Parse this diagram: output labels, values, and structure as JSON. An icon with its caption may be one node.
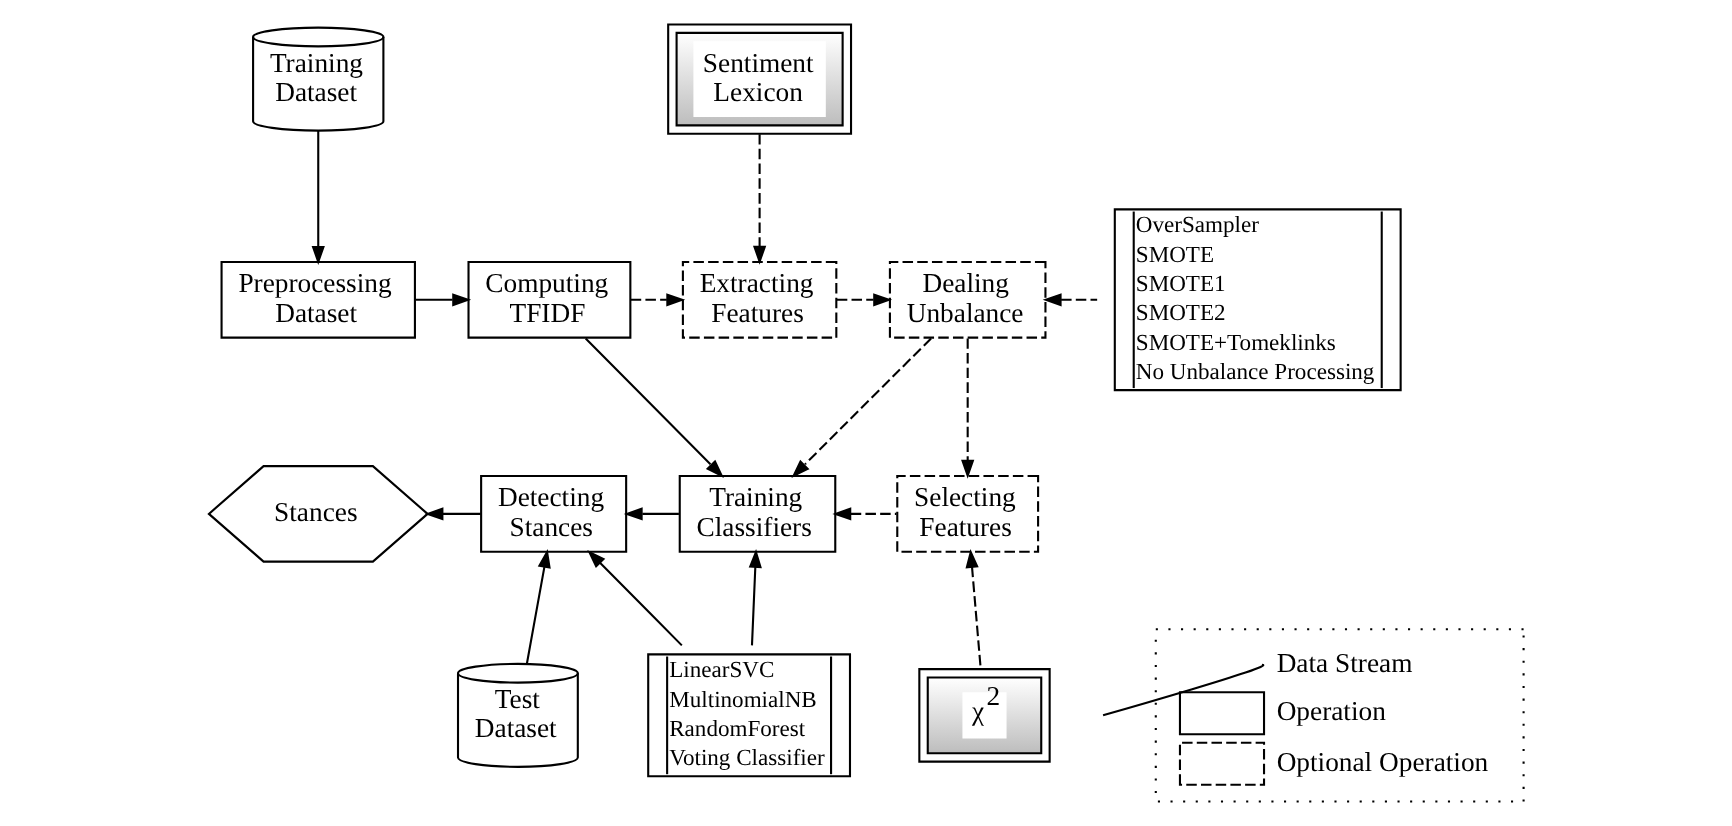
{
  "diagram": {
    "nodes": [
      {
        "text": [
          "Training Dataset"
        ]
      },
      {
        "text": [
          "Preprocessing Dataset"
        ]
      },
      {
        "text": [
          "Computing TFIDF"
        ]
      },
      {
        "text": [
          "Sentiment Lexicon"
        ]
      },
      {
        "text": [
          "Extracting Features"
        ]
      },
      {
        "text": [
          "Dealing Unbalance"
        ]
      },
      {
        "text": [
          "OverSampler",
          "SMOTE",
          "SMOTE1",
          "SMOTE2",
          "SMOTE+Tomeklinks",
          "No Unbalance Processing"
        ]
      },
      {
        "text": [
          "Stances"
        ]
      },
      {
        "text": [
          "Detecting Stances"
        ]
      },
      {
        "text": [
          "Training Classifiers"
        ]
      },
      {
        "text": [
          "Selecting Features"
        ]
      },
      {
        "text": [
          "Test Dataset"
        ]
      },
      {
        "text": [
          "LinearSVC",
          "MultinomialNB",
          "RandomForest",
          "Voting Classifier"
        ]
      },
      {
        "text": [
          "χ$^{2}$"
        ]
      }
    ],
    "edges": [
      {
        "from": 0,
        "to": 1,
        "arrow": "to"
      },
      {
        "from": 1,
        "to": 2,
        "arrow": "to"
      },
      {
        "from": 2,
        "to": 4,
        "arrow": "to",
        "style": "dashed"
      },
      {
        "from": 3,
        "to": 4,
        "arrow": "to",
        "style": "dashed"
      },
      {
        "from": 4,
        "to": 5,
        "arrow": "to",
        "style": "dashed"
      },
      {
        "from": 6,
        "to": 5,
        "arrow": "to",
        "style": "dashed"
      },
      {
        "from": 2,
        "to": 9,
        "arrow": "to"
      },
      {
        "from": 5,
        "to": 9,
        "arrow": "to",
        "style": "dashed"
      },
      {
        "from": 5,
        "to": 10,
        "arrow": "to",
        "style": "dashed"
      },
      {
        "from": 10,
        "to": 9,
        "arrow": "to",
        "style": "dashed"
      },
      {
        "from": 9,
        "to": 8,
        "arrow": "to"
      },
      {
        "from": 8,
        "to": 7,
        "arrow": "to"
      },
      {
        "from": 11,
        "to": 8,
        "arrow": "to"
      },
      {
        "from": 12,
        "to": 8,
        "arrow": "to"
      },
      {
        "from": 12,
        "to": 9,
        "arrow": "to"
      },
      {
        "from": 13,
        "to": 10,
        "arrow": "to",
        "style": "dashed"
      }
    ],
    "legend": [
      {
        "text": "Data Stream"
      },
      {
        "text": "Operation"
      },
      {
        "text": "Optional Operation"
      }
    ]
  }
}
